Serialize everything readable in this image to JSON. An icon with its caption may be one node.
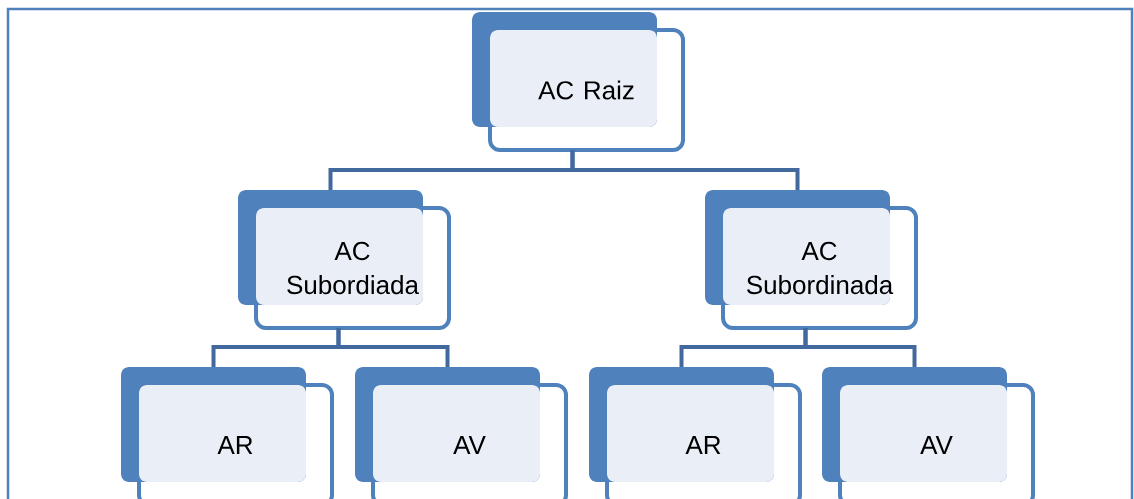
{
  "diagram": {
    "nodes": [
      {
        "text": [
          "AC Raiz"
        ]
      },
      {
        "text": [
          "AC Subordiada"
        ]
      },
      {
        "text": [
          "AC Subordinada"
        ]
      },
      {
        "text": [
          "AR"
        ]
      },
      {
        "text": [
          "AV"
        ]
      },
      {
        "text": [
          "AR"
        ]
      },
      {
        "text": [
          "AV"
        ]
      }
    ],
    "edges": [
      {
        "from": 0,
        "to": 1,
        "arrow": "none"
      },
      {
        "from": 0,
        "to": 2,
        "arrow": "none"
      },
      {
        "from": 1,
        "to": 3,
        "arrow": "none"
      },
      {
        "from": 1,
        "to": 4,
        "arrow": "none"
      },
      {
        "from": 2,
        "to": 5,
        "arrow": "none"
      },
      {
        "from": 2,
        "to": 6,
        "arrow": "none"
      }
    ]
  }
}
